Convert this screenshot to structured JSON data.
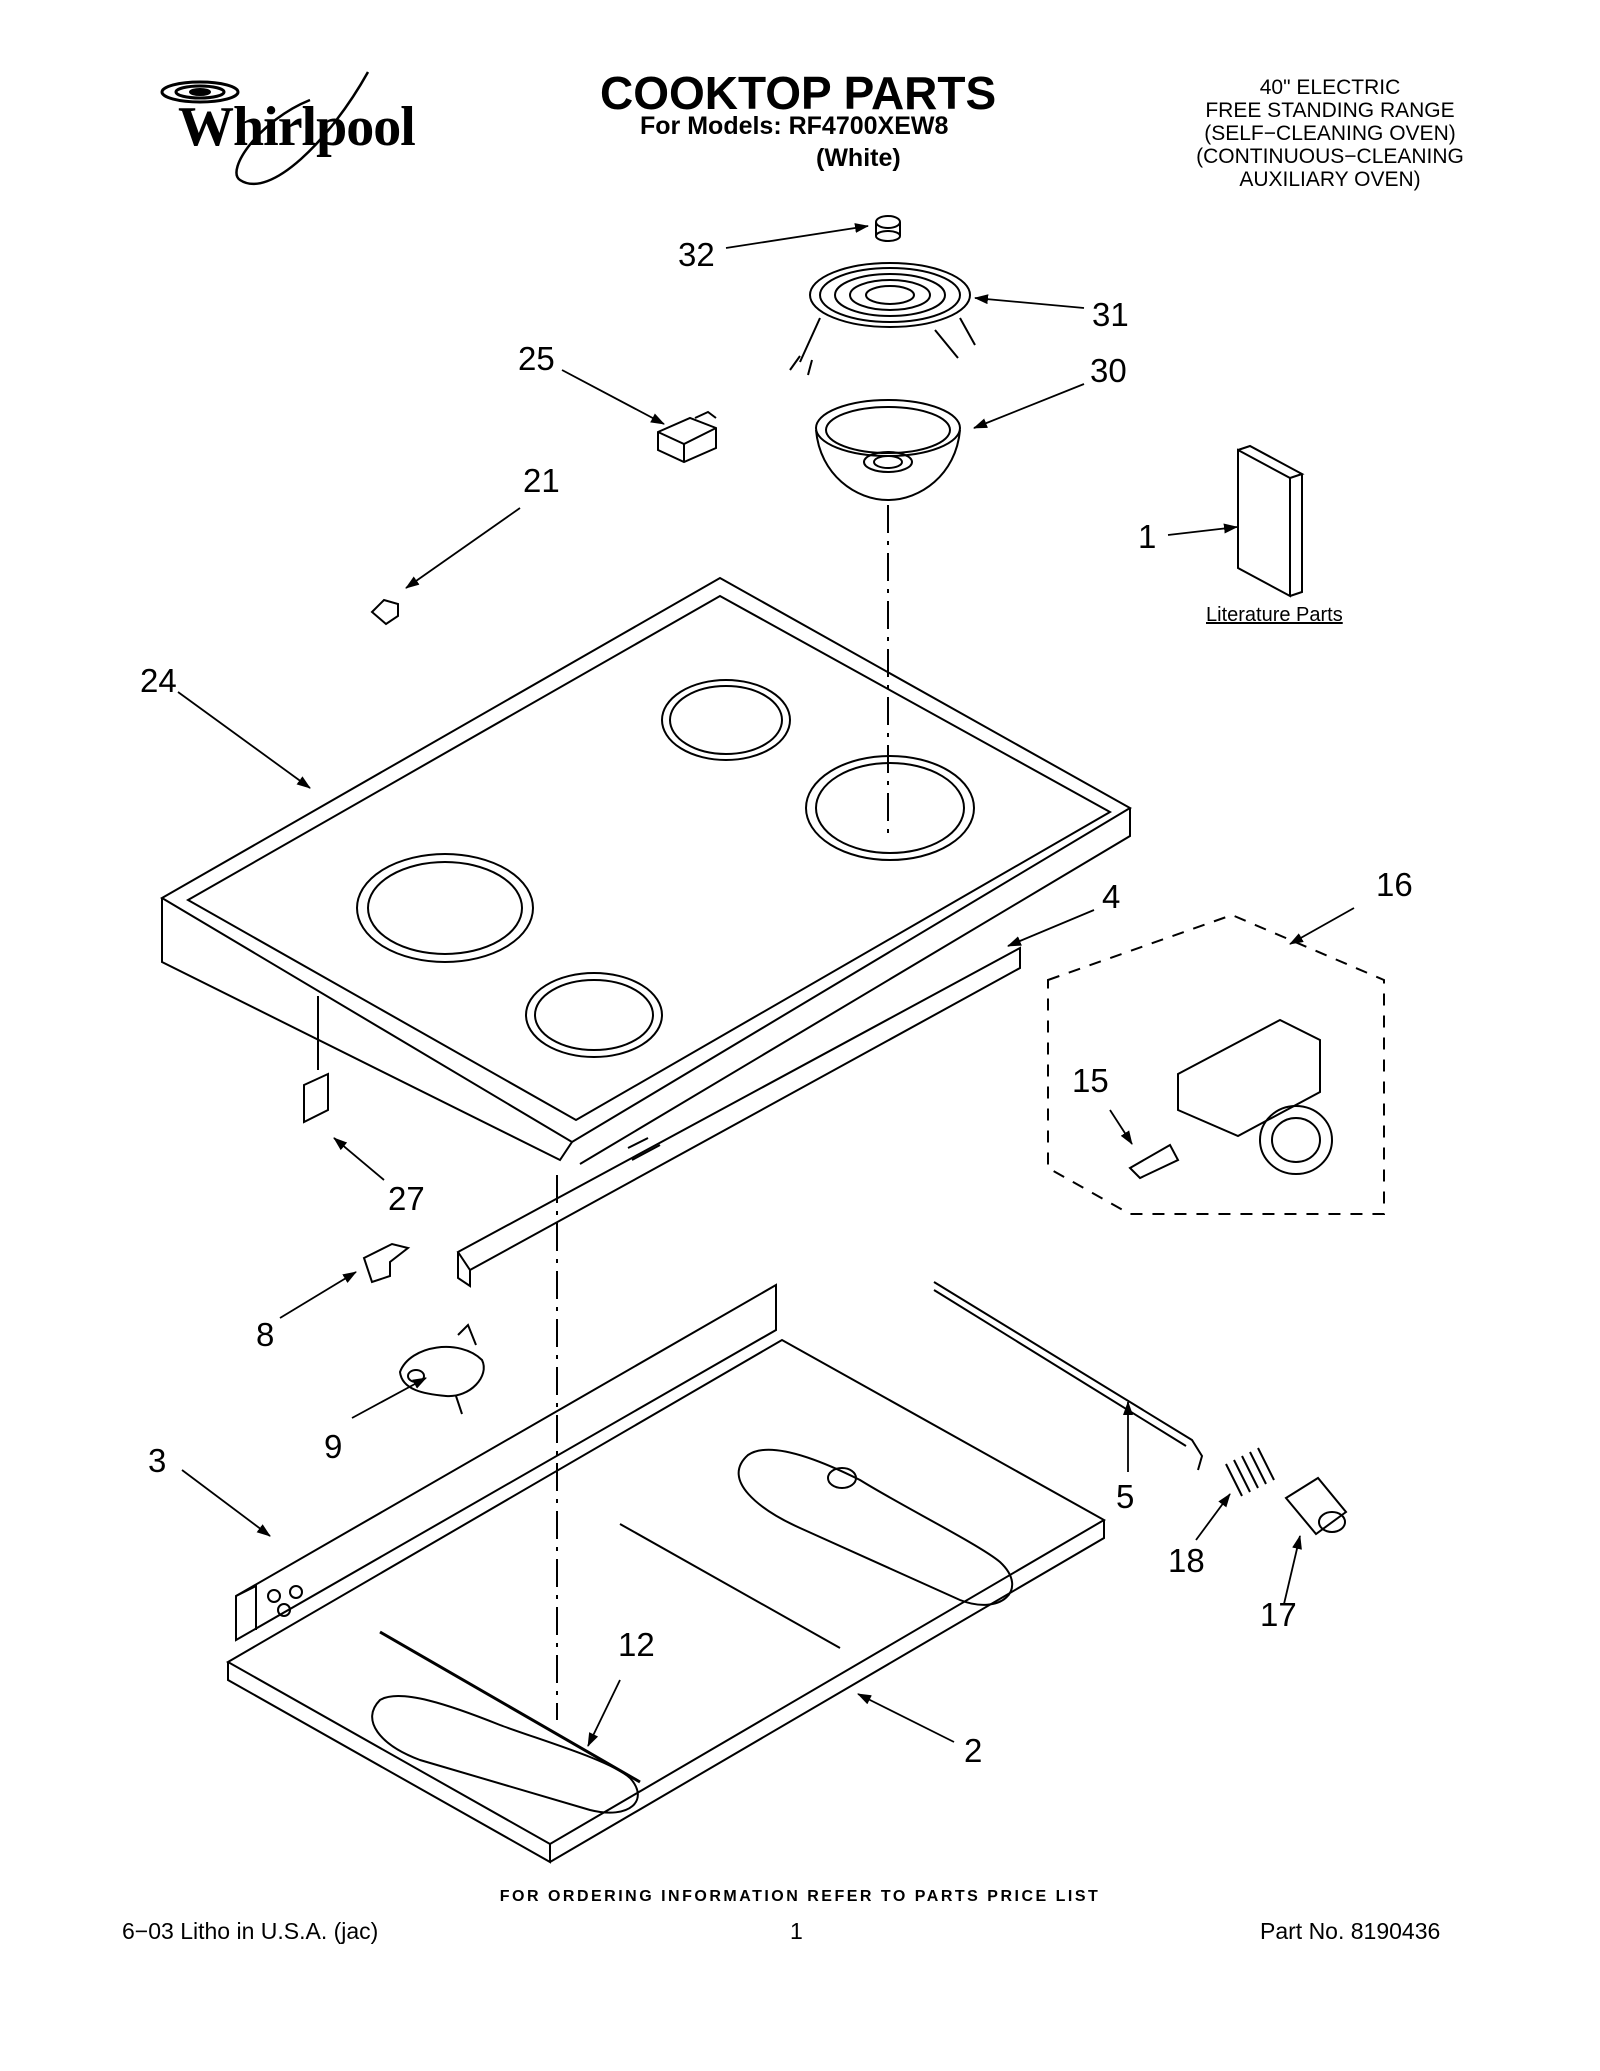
{
  "header": {
    "brand": "Whirlpool",
    "title": "COOKTOP PARTS",
    "models_line": "For Models: RF4700XEW8",
    "color_line": "(White)",
    "description_lines": [
      "40\" ELECTRIC",
      "FREE STANDING RANGE",
      "(SELF−CLEANING OVEN)",
      "(CONTINUOUS−CLEANING",
      "AUXILIARY OVEN)"
    ]
  },
  "callouts": {
    "p1": "1",
    "p2": "2",
    "p3": "3",
    "p4": "4",
    "p5": "5",
    "p8": "8",
    "p9": "9",
    "p12": "12",
    "p15": "15",
    "p16": "16",
    "p17": "17",
    "p18": "18",
    "p21": "21",
    "p24": "24",
    "p25": "25",
    "p27": "27",
    "p30": "30",
    "p31": "31",
    "p32": "32"
  },
  "literature_label": "Literature Parts",
  "footer": {
    "ordering_note": "FOR ORDERING INFORMATION REFER TO PARTS PRICE LIST",
    "litho": "6−03 Litho in U.S.A. (jac)",
    "page_number": "1",
    "part_number": "Part No. 8190436"
  }
}
